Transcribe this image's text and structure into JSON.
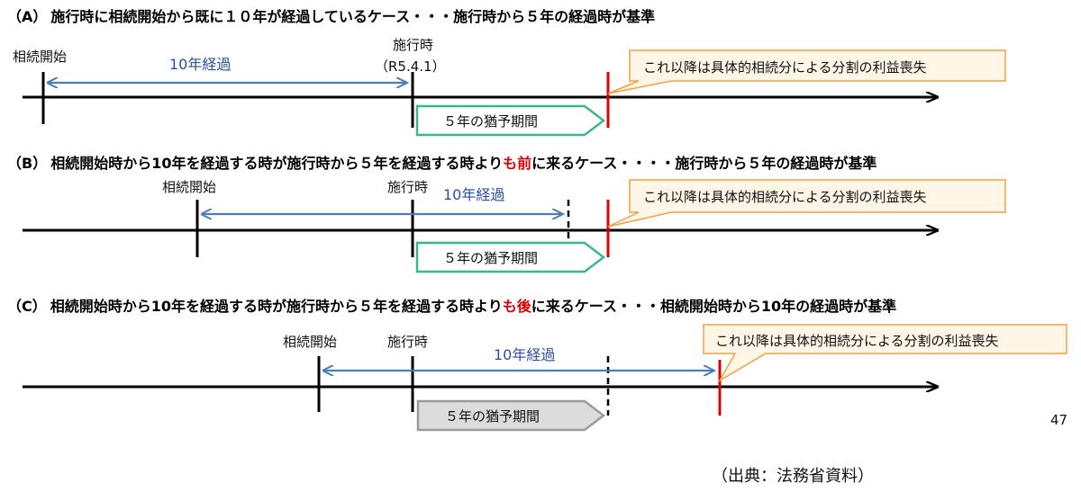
{
  "sections": [
    {
      "id": "A",
      "header": {
        "label": "（A）",
        "text": "施行時に相続開始から既に１０年が経過しているケース・・・施行時から５年の経過時が基準"
      },
      "label_start": "相続開始",
      "label_enforce": "施行時",
      "label_enforce_sub": "（R5.4.1）",
      "span_label": "10年経過",
      "callout": "これ以降は具体的相続分による分割の利益喪失",
      "grace_label": "５年の猶予期間",
      "grace_style": "green"
    },
    {
      "id": "B",
      "header": {
        "label": "（B）",
        "text_pre": "相続開始時から10年を経過する時が施行時から５年を経過する時より",
        "text_red": "も前",
        "text_post": "に来るケース・・・・施行時から５年の経過時が基準"
      },
      "label_start": "相続開始",
      "label_enforce": "施行時",
      "span_label": "10年経過",
      "callout": "これ以降は具体的相続分による分割の利益喪失",
      "grace_label": "５年の猶予期間",
      "grace_style": "green"
    },
    {
      "id": "C",
      "header": {
        "label": "（C）",
        "text_pre": "相続開始時から10年を経過する時が施行時から５年を経過する時より",
        "text_red": "も後",
        "text_post": "に来るケース・・・相続開始時から10年の経過時が基準"
      },
      "label_start": "相続開始",
      "label_enforce": "施行時",
      "span_label": "10年経過",
      "callout": "これ以降は具体的相続分による分割の利益喪失",
      "grace_label": "５年の猶予期間",
      "grace_style": "gray"
    }
  ],
  "page_number": "47",
  "source": "（出典：法務省資料）",
  "colors": {
    "timeline": "#000000",
    "span_arrow": "#4a7cc4",
    "span_text": "#2b4ea8",
    "cutoff": "#e00000",
    "callout_border": "#f0a040",
    "callout_fill": "#fff6e8",
    "grace_green_border": "#3ab88a",
    "grace_green_fill": "#ffffff",
    "grace_gray_border": "#9a9a9a",
    "grace_gray_fill": "#dcdcdc",
    "emphasis": "#e00000"
  }
}
